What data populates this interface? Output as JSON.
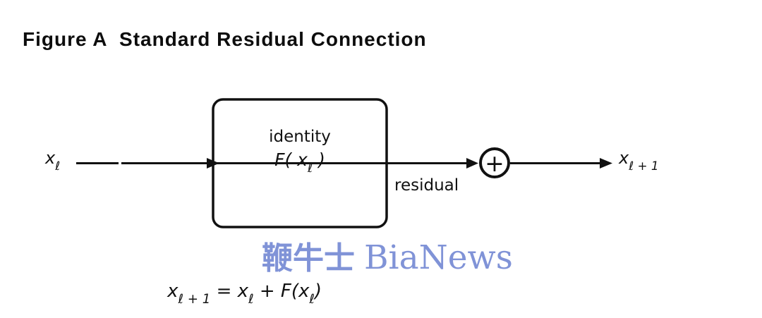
{
  "title": "Figure A  Standard Residual Connection",
  "diagram": {
    "input_label": {
      "base": "x",
      "sub": "ℓ"
    },
    "output_label": {
      "base": "x",
      "sub": "ℓ + 1"
    },
    "block": {
      "top_label": "identity",
      "func": {
        "open": "F( ",
        "arg": "x",
        "sub": "ℓ",
        "close": " )"
      }
    },
    "residual_label": "residual",
    "adder_symbol": "+"
  },
  "equation": {
    "lhs_base": "x",
    "lhs_sub": "ℓ + 1",
    "equals": " = ",
    "rhs_base": "x",
    "rhs_sub": "ℓ",
    "plus": " + ",
    "func_open": "F(",
    "func_arg": "x",
    "func_sub": "ℓ",
    "func_close": ")"
  },
  "watermark": {
    "cjk": "鞭牛士",
    "latin": "BiaNews",
    "color": "#8093d7"
  },
  "colors": {
    "ink": "#111111",
    "background": "#ffffff"
  }
}
